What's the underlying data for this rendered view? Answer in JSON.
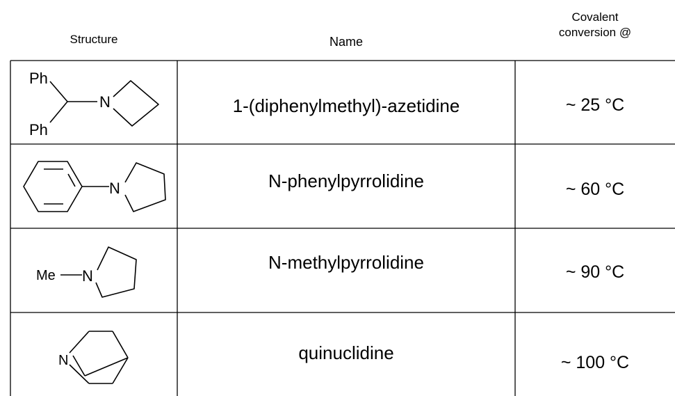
{
  "headers": {
    "structure": "Structure",
    "name": "Name",
    "conversion_line1": "Covalent",
    "conversion_line2": "conversion @"
  },
  "rows": [
    {
      "structure_labels": [
        "Ph",
        "N",
        "Ph"
      ],
      "name": "1-(diphenylmethyl)-azetidine",
      "conversion": "~ 25 °C"
    },
    {
      "structure_labels": [
        "N"
      ],
      "name": "N-phenylpyrrolidine",
      "conversion": "~ 60 °C"
    },
    {
      "structure_labels": [
        "Me",
        "N"
      ],
      "name": "N-methylpyrrolidine",
      "conversion": "~ 90 °C"
    },
    {
      "structure_labels": [
        "N"
      ],
      "name": "quinuclidine",
      "conversion": "~ 100 °C"
    }
  ]
}
